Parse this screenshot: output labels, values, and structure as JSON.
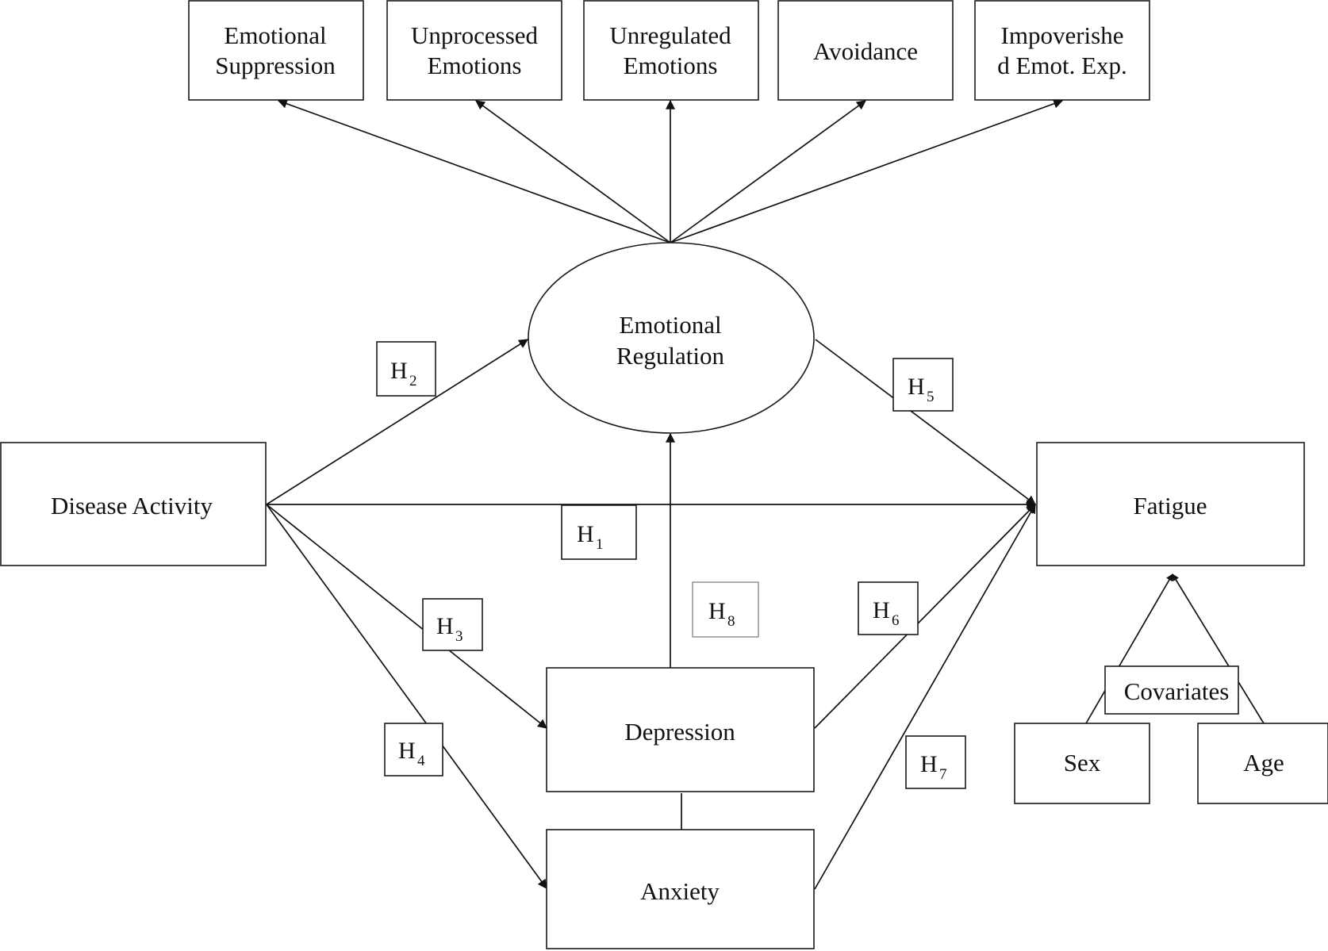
{
  "colors": {
    "stroke": "#111111",
    "background": "#ffffff"
  },
  "indicators": [
    {
      "id": "emotional-suppression",
      "lines": [
        "Emotional",
        "Suppression"
      ]
    },
    {
      "id": "unprocessed-emotions",
      "lines": [
        "Unprocessed",
        "Emotions"
      ]
    },
    {
      "id": "unregulated-emotions",
      "lines": [
        "Unregulated",
        "Emotions"
      ]
    },
    {
      "id": "avoidance",
      "lines": [
        "Avoidance"
      ]
    },
    {
      "id": "impoverished-emot-exp",
      "lines": [
        "Impoverishe",
        "d Emot. Exp."
      ]
    }
  ],
  "latent": {
    "id": "emotional-regulation",
    "lines": [
      "Emotional",
      "Regulation"
    ]
  },
  "nodes": {
    "disease_activity": "Disease Activity",
    "fatigue": "Fatigue",
    "depression": "Depression",
    "anxiety": "Anxiety",
    "covariates": "Covariates",
    "sex": "Sex",
    "age": "Age"
  },
  "hypotheses": [
    {
      "id": "h1",
      "letter": "H",
      "sub": "1"
    },
    {
      "id": "h2",
      "letter": "H",
      "sub": "2"
    },
    {
      "id": "h3",
      "letter": "H",
      "sub": "3"
    },
    {
      "id": "h4",
      "letter": "H",
      "sub": "4"
    },
    {
      "id": "h5",
      "letter": "H",
      "sub": "5"
    },
    {
      "id": "h6",
      "letter": "H",
      "sub": "6"
    },
    {
      "id": "h7",
      "letter": "H",
      "sub": "7"
    },
    {
      "id": "h8",
      "letter": "H",
      "sub": "8"
    }
  ],
  "edges": [
    {
      "from": "emotional-regulation",
      "to": "emotional-suppression",
      "arrow": "to"
    },
    {
      "from": "emotional-regulation",
      "to": "unprocessed-emotions",
      "arrow": "to"
    },
    {
      "from": "emotional-regulation",
      "to": "unregulated-emotions",
      "arrow": "to"
    },
    {
      "from": "emotional-regulation",
      "to": "avoidance",
      "arrow": "to"
    },
    {
      "from": "emotional-regulation",
      "to": "impoverished-emot-exp",
      "arrow": "to"
    },
    {
      "from": "disease-activity",
      "to": "emotional-regulation",
      "arrow": "to",
      "label": "h2"
    },
    {
      "from": "disease-activity",
      "to": "fatigue",
      "arrow": "to",
      "label": "h1"
    },
    {
      "from": "disease-activity",
      "to": "depression",
      "arrow": "to",
      "label": "h3"
    },
    {
      "from": "disease-activity",
      "to": "anxiety",
      "arrow": "to",
      "label": "h4"
    },
    {
      "from": "emotional-regulation",
      "to": "fatigue",
      "arrow": "to",
      "label": "h5"
    },
    {
      "from": "depression",
      "to": "fatigue",
      "arrow": "to",
      "label": "h6"
    },
    {
      "from": "anxiety",
      "to": "fatigue",
      "arrow": "to",
      "label": "h7"
    },
    {
      "from": "depression",
      "to": "emotional-regulation",
      "arrow": "to",
      "label": "h8"
    },
    {
      "from": "depression",
      "to": "anxiety",
      "arrow": "none"
    },
    {
      "from": "sex",
      "to": "fatigue",
      "arrow": "to"
    },
    {
      "from": "age",
      "to": "fatigue",
      "arrow": "to"
    }
  ]
}
